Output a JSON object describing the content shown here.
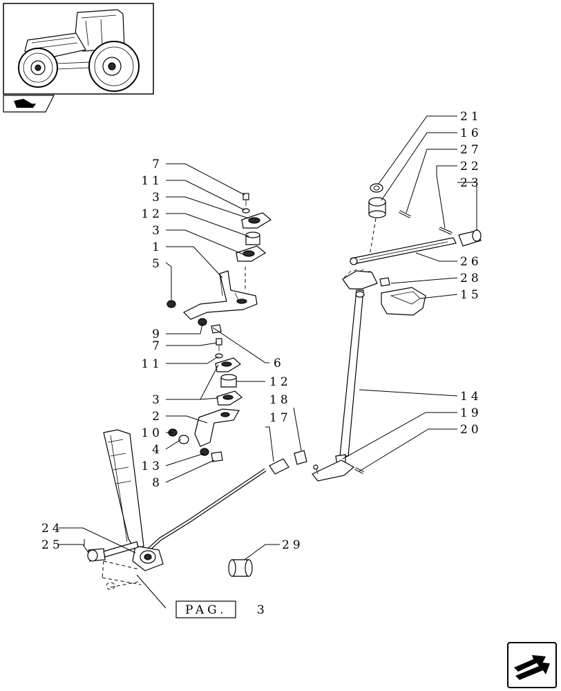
{
  "page_ref": {
    "prefix": "PAG.",
    "number": "3"
  },
  "callouts": [
    {
      "id": "c1",
      "text": "7"
    },
    {
      "id": "c2",
      "text": "11"
    },
    {
      "id": "c3",
      "text": "3"
    },
    {
      "id": "c4",
      "text": "12"
    },
    {
      "id": "c5",
      "text": "3"
    },
    {
      "id": "c6",
      "text": "1"
    },
    {
      "id": "c7",
      "text": "5"
    },
    {
      "id": "c8",
      "text": "9"
    },
    {
      "id": "c9",
      "text": "7"
    },
    {
      "id": "c10",
      "text": "6"
    },
    {
      "id": "c11",
      "text": "11"
    },
    {
      "id": "c12",
      "text": "12"
    },
    {
      "id": "c13",
      "text": "3"
    },
    {
      "id": "c14",
      "text": "18"
    },
    {
      "id": "c15",
      "text": "2"
    },
    {
      "id": "c16",
      "text": "17"
    },
    {
      "id": "c17",
      "text": "10"
    },
    {
      "id": "c18",
      "text": "4"
    },
    {
      "id": "c19",
      "text": "13"
    },
    {
      "id": "c20",
      "text": "8"
    },
    {
      "id": "c21",
      "text": "24"
    },
    {
      "id": "c22",
      "text": "25"
    },
    {
      "id": "c23",
      "text": "29"
    },
    {
      "id": "c24",
      "text": "21"
    },
    {
      "id": "c25",
      "text": "16"
    },
    {
      "id": "c26",
      "text": "27"
    },
    {
      "id": "c27",
      "text": "22"
    },
    {
      "id": "c28",
      "text": "23"
    },
    {
      "id": "c29",
      "text": "26"
    },
    {
      "id": "c30",
      "text": "28"
    },
    {
      "id": "c31",
      "text": "15"
    },
    {
      "id": "c32",
      "text": "14"
    },
    {
      "id": "c33",
      "text": "19"
    },
    {
      "id": "c34",
      "text": "20"
    }
  ],
  "icons": {
    "thumbnail": "tractor-thumbnail",
    "section_tab": "book-section-icon",
    "nav": "next-page-arrow-icon"
  }
}
